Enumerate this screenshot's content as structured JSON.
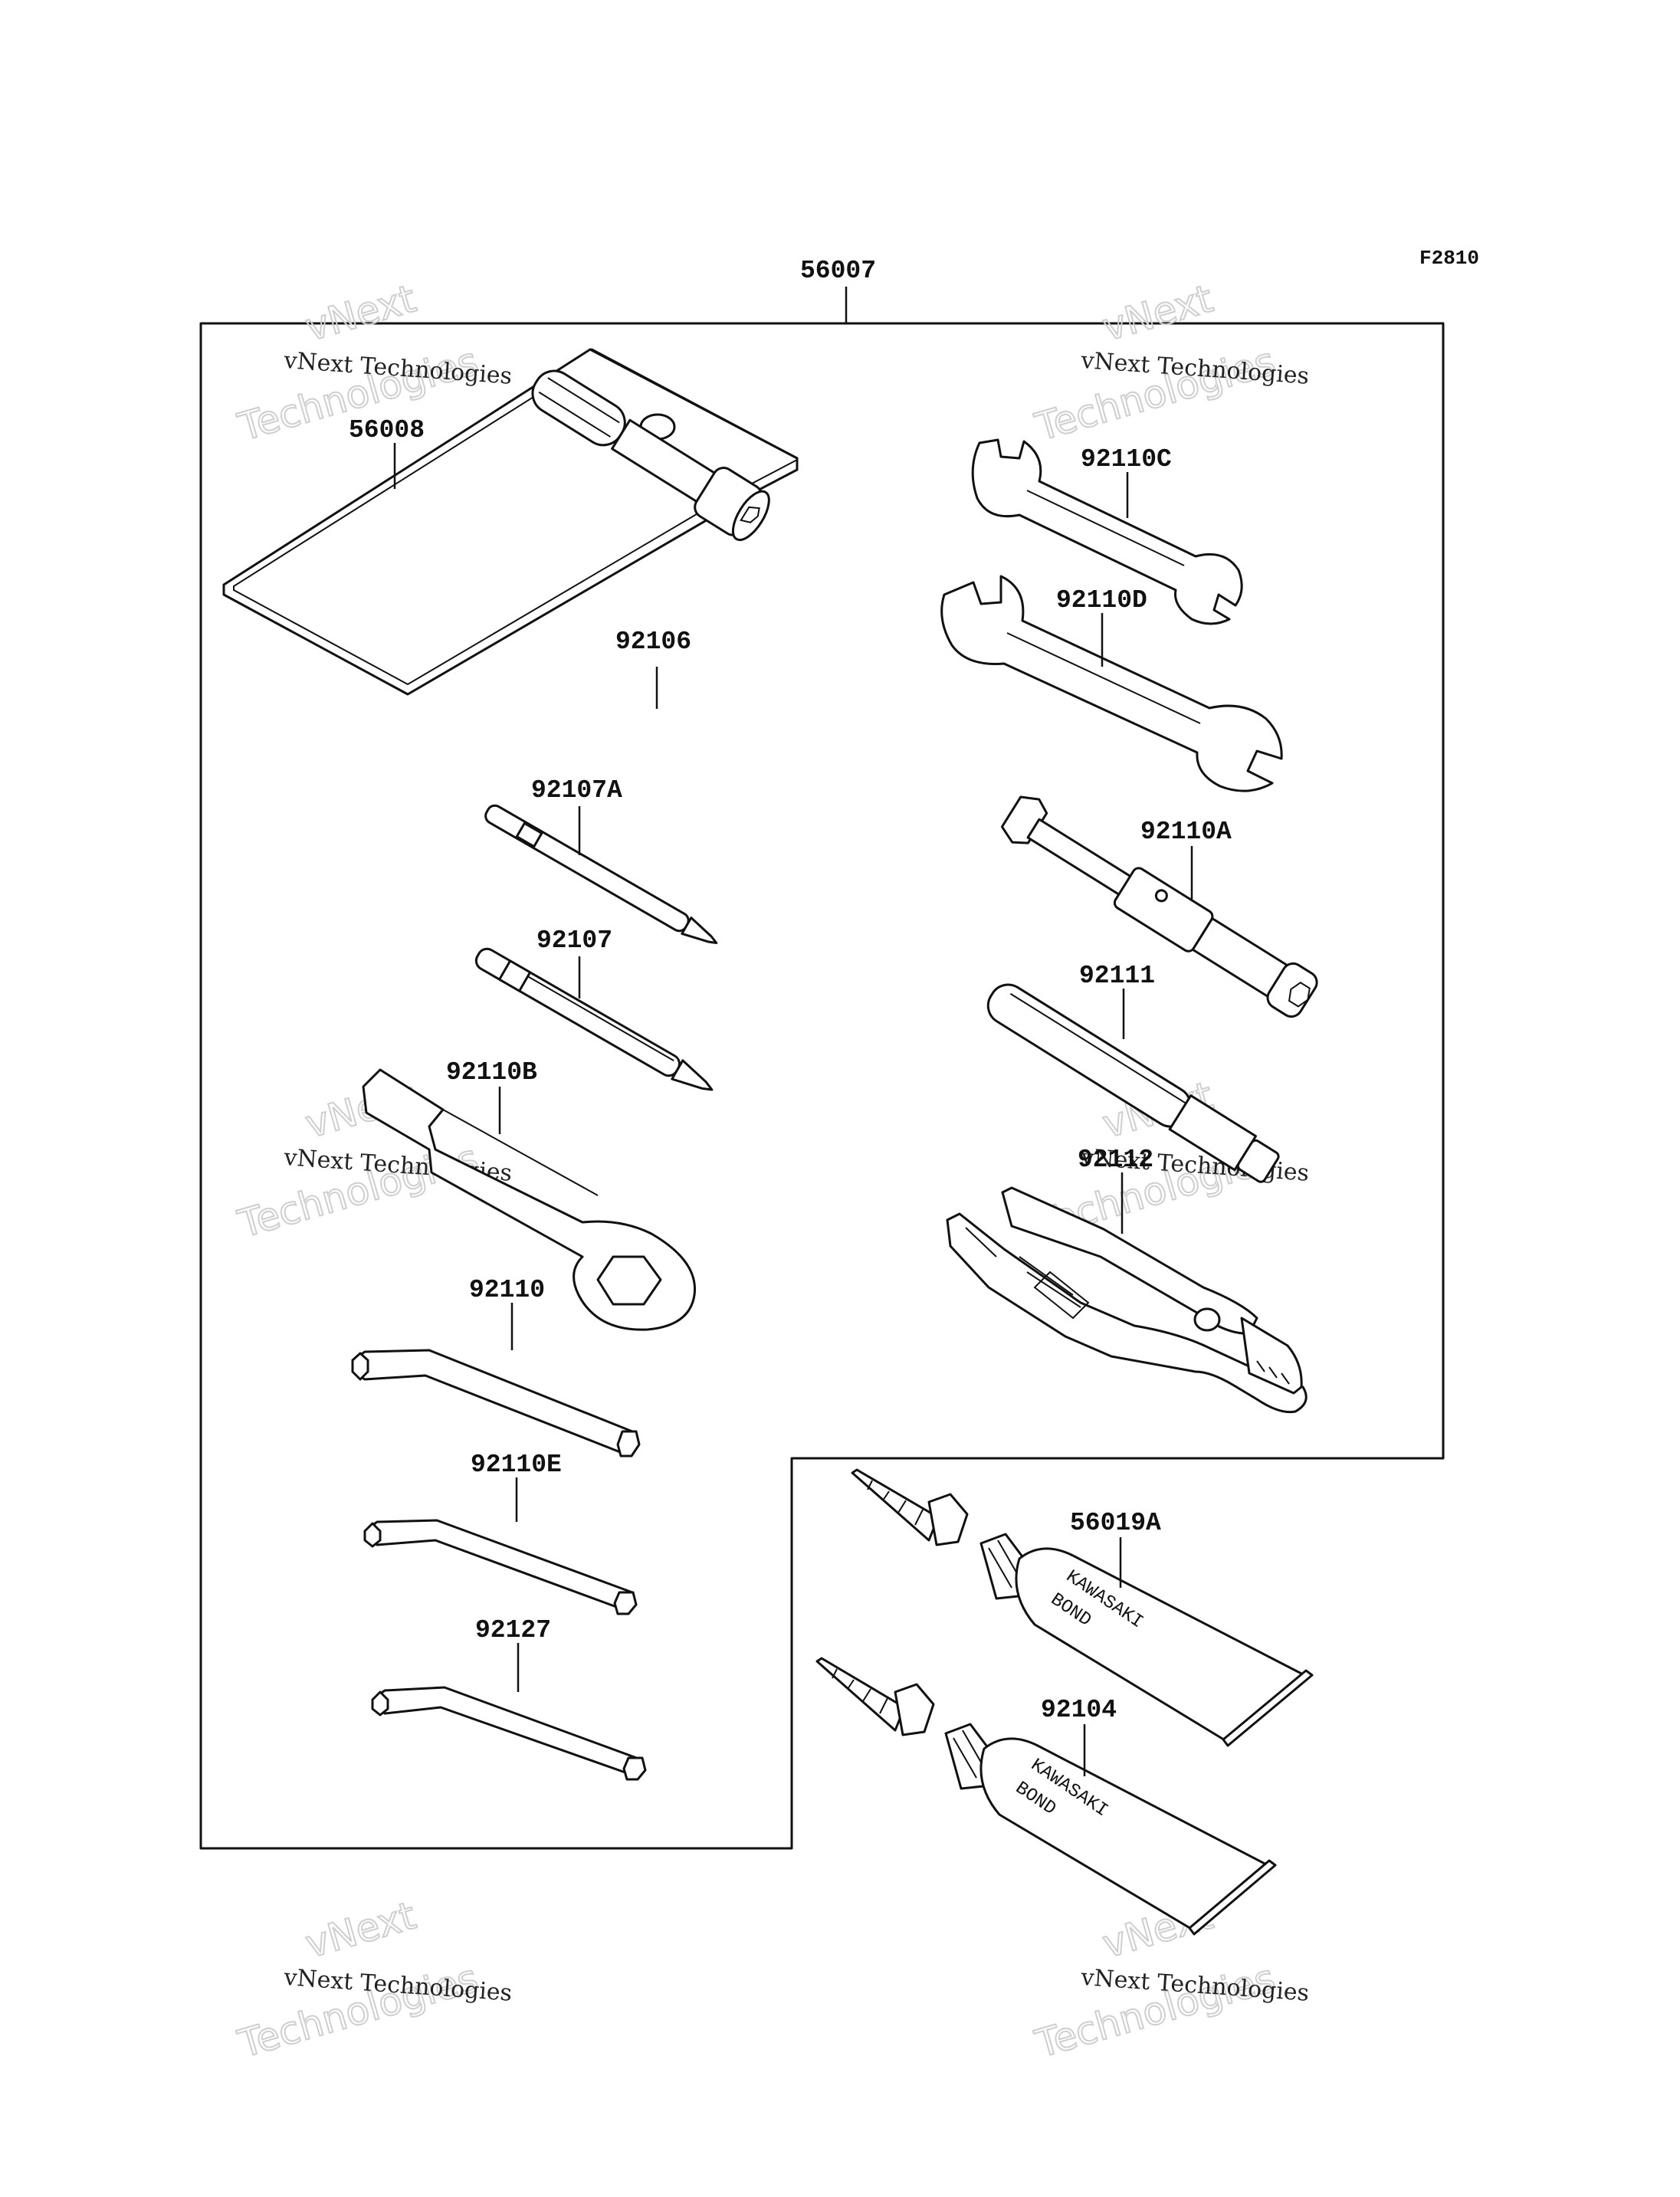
{
  "figure_id": "F2810",
  "parts": {
    "kit": "56007",
    "case": "56008",
    "p92106": "92106",
    "p92107A": "92107A",
    "p92107": "92107",
    "p92110B": "92110B",
    "p92110": "92110",
    "p92110E": "92110E",
    "p92127": "92127",
    "p92110C": "92110C",
    "p92110D": "92110D",
    "p92110A": "92110A",
    "p92111": "92111",
    "p92112": "92112",
    "p56019A": "56019A",
    "p92104": "92104"
  },
  "tube_labels": {
    "line1": "KAWASAKI",
    "line2": "BOND"
  },
  "watermark": {
    "line1": "vNext",
    "line2": "Technologies",
    "caption": "vNext Technologies"
  }
}
